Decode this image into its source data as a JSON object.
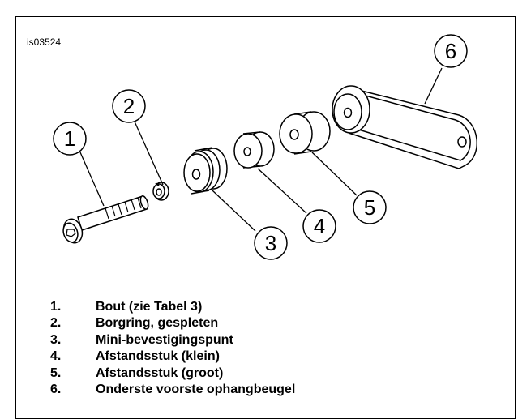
{
  "figure_id": "is03524",
  "callouts": [
    "1",
    "2",
    "3",
    "4",
    "5",
    "6"
  ],
  "legend": [
    {
      "num": "1.",
      "label": "Bout (zie Tabel 3)"
    },
    {
      "num": "2.",
      "label": "Borgring, gespleten"
    },
    {
      "num": "3.",
      "label": "Mini-bevestigingspunt"
    },
    {
      "num": "4.",
      "label": "Afstandsstuk (klein)"
    },
    {
      "num": "5.",
      "label": "Afstandsstuk (groot)"
    },
    {
      "num": "6.",
      "label": "Onderste voorste ophangbeugel"
    }
  ]
}
